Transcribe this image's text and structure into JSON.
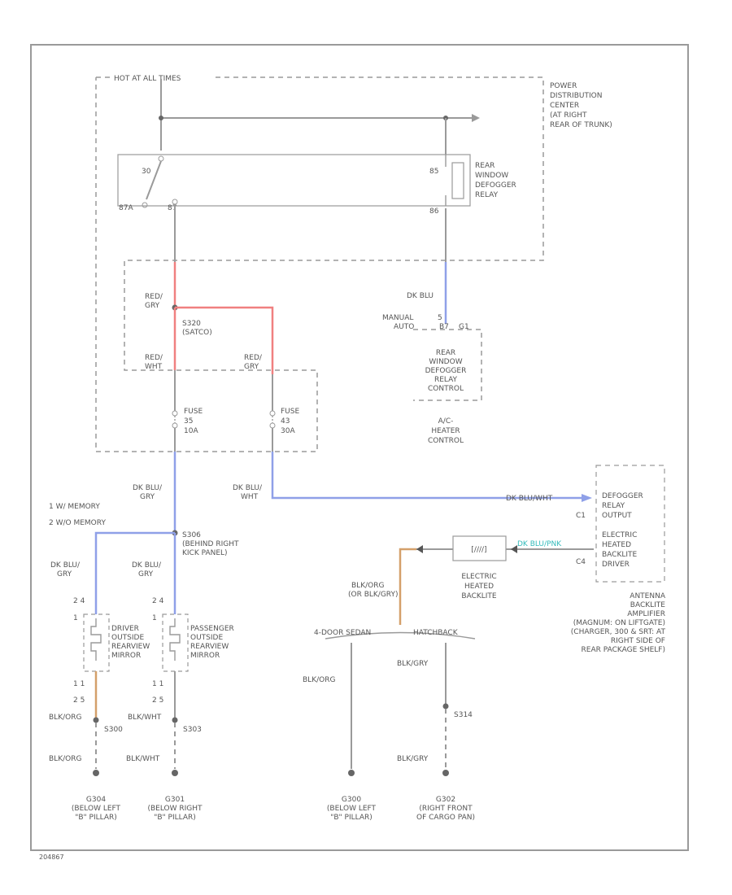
{
  "colors": {
    "red_wire": "#f08080",
    "blue_wire": "#8fa0e8",
    "orange_wire": "#d4a06a",
    "teal_label": "#33bbbb",
    "line": "#9a9a9a",
    "text": "#555555"
  },
  "labels": {
    "hot_at_all_times": "HOT AT ALL TIMES",
    "pdc": [
      "POWER",
      "DISTRIBUTION",
      "CENTER",
      "(AT RIGHT",
      "REAR OF TRUNK)"
    ],
    "relay": [
      "REAR",
      "WINDOW",
      "DEFOGGER",
      "RELAY"
    ],
    "relay_pin_30": "30",
    "relay_pin_85": "85",
    "relay_pin_87a": "87A",
    "relay_pin_87": "87",
    "relay_pin_86": "86",
    "wire_red_gry_1": [
      "RED/",
      "GRY"
    ],
    "splice_s320": [
      "S320",
      "(SATCO)"
    ],
    "wire_red_wht": [
      "RED/",
      "WHT"
    ],
    "wire_red_gry_2": [
      "RED/",
      "GRY"
    ],
    "fuse_35": [
      "FUSE",
      "35",
      "10A"
    ],
    "fuse_43": [
      "FUSE",
      "43",
      "30A"
    ],
    "wire_dk_blu_relay": "DK BLU",
    "manual_auto": [
      "MANUAL",
      "AUTO"
    ],
    "pin_5": "5",
    "pin_b7": "B7",
    "pin_g1": "G1",
    "relay_control": [
      "REAR",
      "WINDOW",
      "DEFOGGER",
      "RELAY",
      "CONTROL"
    ],
    "ac_heater": [
      "A/C-",
      "HEATER",
      "CONTROL"
    ],
    "legend_1": "1   W/ MEMORY",
    "legend_2": "2   W/O MEMORY",
    "wire_dk_blu_gry": [
      "DK BLU/",
      "GRY"
    ],
    "wire_dk_blu_wht": [
      "DK BLU/",
      "WHT"
    ],
    "wire_dk_blu_wht_2": "DK BLU/WHT",
    "splice_s306": [
      "S306",
      "(BEHIND RIGHT",
      "KICK PANEL)"
    ],
    "defogger_output": [
      "DEFOGGER",
      "RELAY",
      "OUTPUT"
    ],
    "pin_c1": "C1",
    "backlite_driver": [
      "ELECTRIC",
      "HEATED",
      "BACKLITE",
      "DRIVER"
    ],
    "pin_c4": "C4",
    "wire_dk_blu_pnk": "DK BLU/PNK",
    "antenna": [
      "ANTENNA",
      "BACKLITE",
      "AMPLIFIER",
      "(MAGNUM: ON LIFTGATE)",
      "(CHARGER, 300 & SRT: AT",
      "RIGHT SIDE OF",
      "REAR PACKAGE SHELF)"
    ],
    "backlite": [
      "ELECTRIC",
      "HEATED",
      "BACKLITE"
    ],
    "backlite_grid": "[////]",
    "wire_blk_org": [
      "BLK/ORG",
      "(OR BLK/GRY)"
    ],
    "wire_dk_blu_gry_l": [
      "DK BLU/",
      "GRY"
    ],
    "wire_dk_blu_gry_r": [
      "DK BLU/",
      "GRY"
    ],
    "pins_top_l": "2  4",
    "pins_top_r": "2  4",
    "pin_1_l": "1",
    "pin_1_r": "1",
    "driver_mirror": [
      "DRIVER",
      "OUTSIDE",
      "REARVIEW",
      "MIRROR"
    ],
    "passenger_mirror": [
      "PASSENGER",
      "OUTSIDE",
      "REARVIEW",
      "MIRROR"
    ],
    "pins_bot_l": [
      "1  1",
      "2  5"
    ],
    "pins_bot_r": [
      "1  1",
      "2  5"
    ],
    "sedan": "4-DOOR SEDAN",
    "hatchback": "HATCHBACK",
    "wire_blk_org_l": "BLK/ORG",
    "wire_blk_wht_l": "BLK/WHT",
    "wire_blk_org_s": "BLK/ORG",
    "wire_blk_gry_h": "BLK/GRY",
    "splice_s300": "S300",
    "splice_s303": "S303",
    "splice_s314": "S314",
    "wire_blk_org_g": "BLK/ORG",
    "wire_blk_wht_g": "BLK/WHT",
    "wire_blk_gry_g": "BLK/GRY",
    "g304": [
      "G304",
      "(BELOW LEFT",
      "\"B\" PILLAR)"
    ],
    "g301": [
      "G301",
      "(BELOW RIGHT",
      "\"B\" PILLAR)"
    ],
    "g300": [
      "G300",
      "(BELOW LEFT",
      "\"B\" PILLAR)"
    ],
    "g302": [
      "G302",
      "(RIGHT FRONT",
      "OF CARGO PAN)"
    ],
    "figure_id": "204867"
  }
}
